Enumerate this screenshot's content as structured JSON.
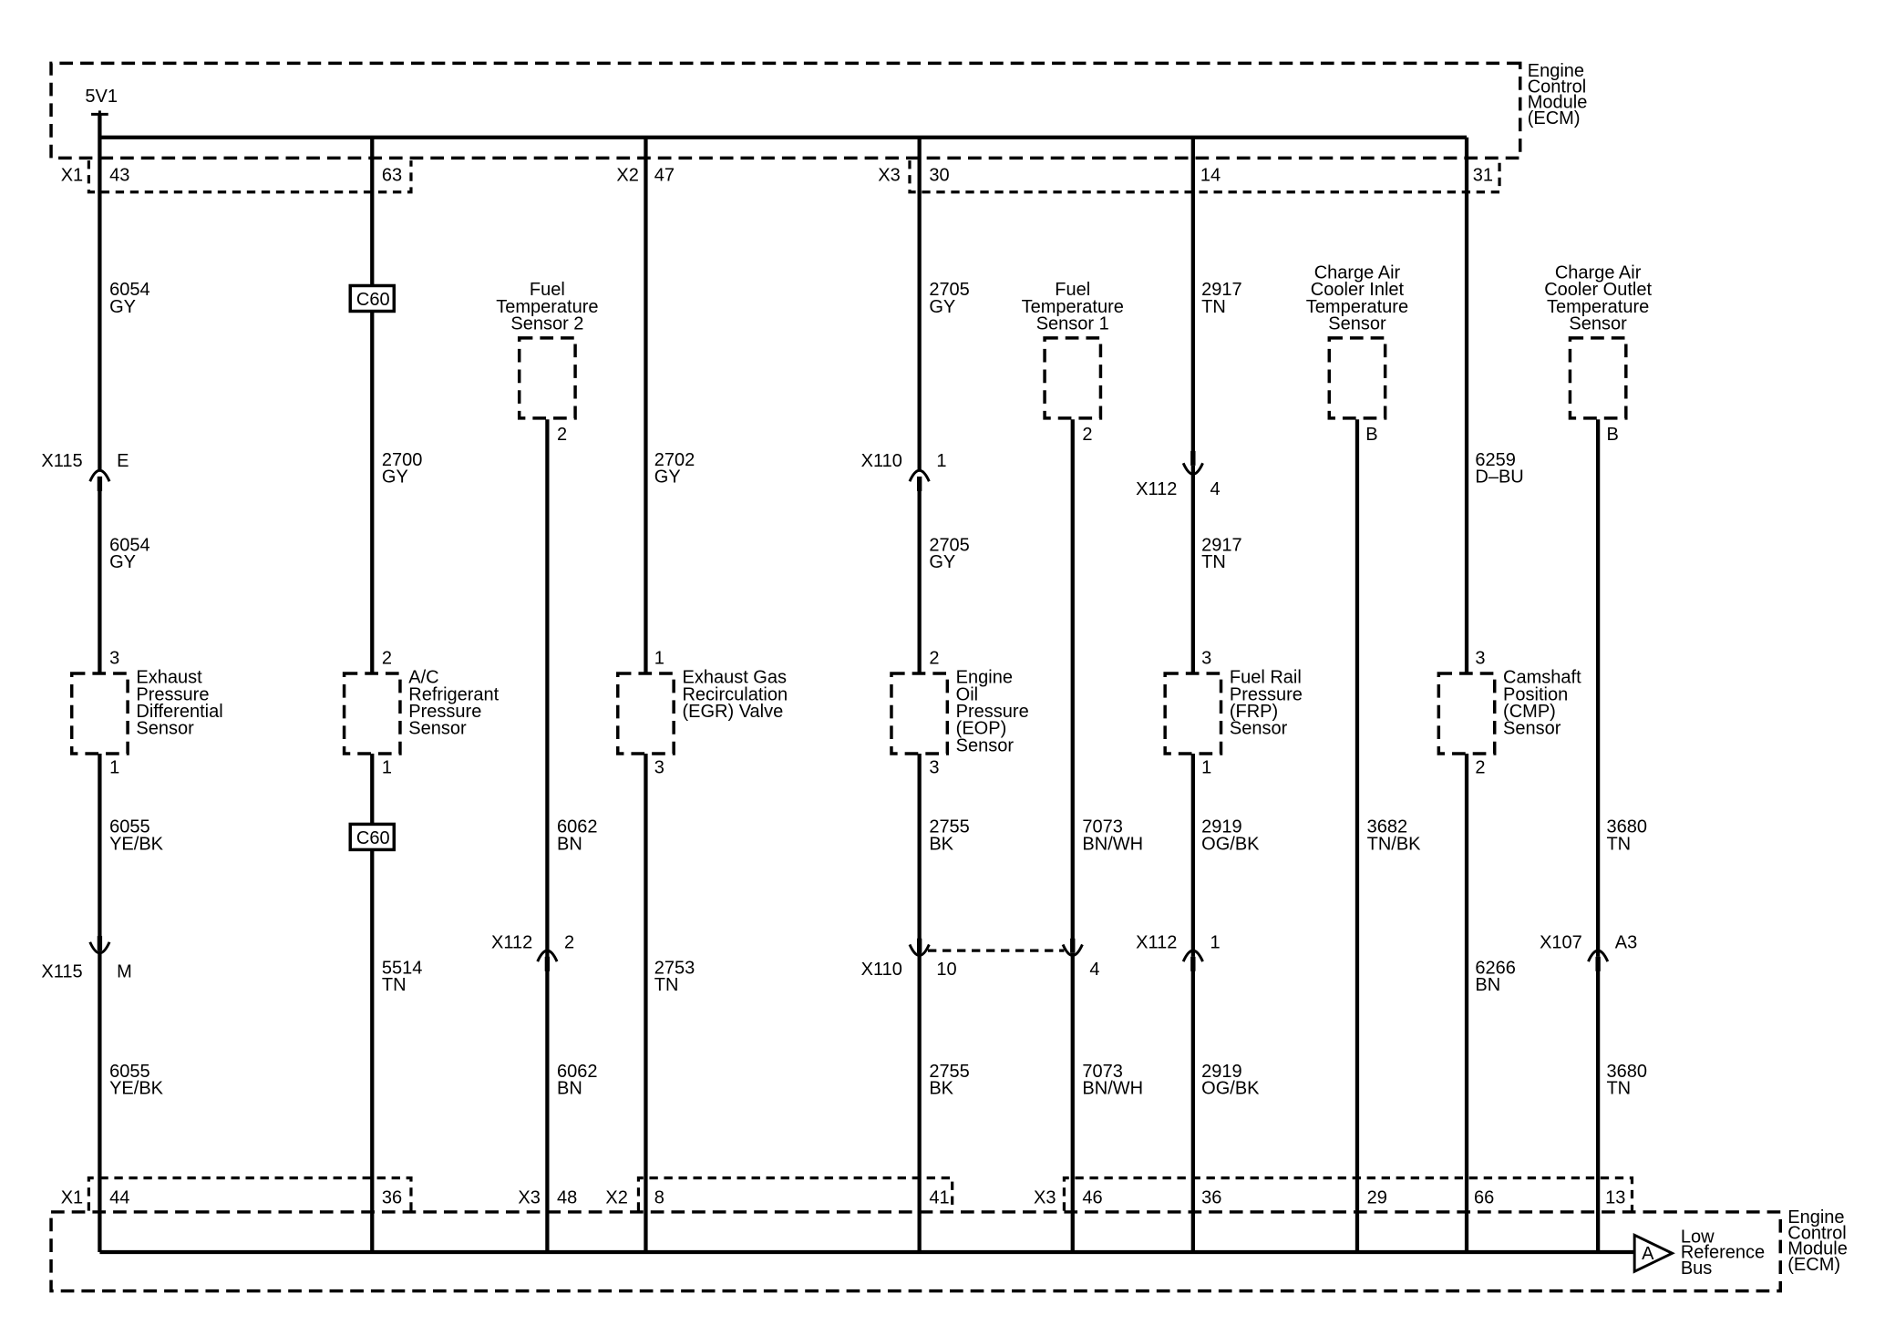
{
  "ecm": {
    "label": [
      "Engine",
      "Control",
      "Module",
      "(ECM)"
    ],
    "supply_label": "5V1",
    "return_label": [
      "Low",
      "Reference",
      "Bus"
    ],
    "bus_marker": "A"
  },
  "top_connectors": [
    {
      "name": "X1",
      "pin": "43"
    },
    {
      "name": "",
      "pin": "63"
    },
    {
      "name": "X2",
      "pin": "47"
    },
    {
      "name": "X3",
      "pin": "30"
    },
    {
      "name": "",
      "pin": "14"
    },
    {
      "name": "",
      "pin": "31"
    }
  ],
  "bottom_connectors": [
    {
      "name": "X1",
      "pin": "44"
    },
    {
      "name": "",
      "pin": "36"
    },
    {
      "name": "X3",
      "pin": "48"
    },
    {
      "name": "X2",
      "pin": "8"
    },
    {
      "name": "",
      "pin": "41"
    },
    {
      "name": "X3",
      "pin": "46"
    },
    {
      "name": "",
      "pin": "36"
    },
    {
      "name": "",
      "pin": "29"
    },
    {
      "name": "",
      "pin": "66"
    },
    {
      "name": "",
      "pin": "13"
    }
  ],
  "upper_sensors": [
    {
      "name": [
        "Fuel",
        "Temperature",
        "Sensor 2"
      ],
      "pin": "2"
    },
    {
      "name": [
        "Fuel",
        "Temperature",
        "Sensor 1"
      ],
      "pin": "2"
    },
    {
      "name": [
        "Charge Air",
        "Cooler Inlet",
        "Temperature",
        "Sensor"
      ],
      "pin": "B"
    },
    {
      "name": [
        "Charge Air",
        "Cooler Outlet",
        "Temperature",
        "Sensor"
      ],
      "pin": "B"
    }
  ],
  "middle_sensors": [
    {
      "name": [
        "Exhaust",
        "Pressure",
        "Differential",
        "Sensor"
      ],
      "pin_top": "3",
      "pin_bottom": "1"
    },
    {
      "name": [
        "A/C",
        "Refrigerant",
        "Pressure",
        "Sensor"
      ],
      "pin_top": "2",
      "pin_bottom": "1"
    },
    {
      "name": [
        "Exhaust Gas",
        "Recirculation",
        "(EGR) Valve"
      ],
      "pin_top": "1",
      "pin_bottom": "3"
    },
    {
      "name": [
        "Engine",
        "Oil",
        "Pressure",
        "(EOP)",
        "Sensor"
      ],
      "pin_top": "2",
      "pin_bottom": "3"
    },
    {
      "name": [
        "Fuel Rail",
        "Pressure",
        "(FRP)",
        "Sensor"
      ],
      "pin_top": "3",
      "pin_bottom": "1"
    },
    {
      "name": [
        "Camshaft",
        "Position",
        "(CMP)",
        "Sensor"
      ],
      "pin_top": "3",
      "pin_bottom": "2"
    }
  ],
  "inline_connectors": [
    {
      "name": "C60"
    },
    {
      "name": "C60"
    },
    {
      "name": "X115",
      "pin": "E"
    },
    {
      "name": "X110",
      "pin": "1"
    },
    {
      "name": "X112",
      "pin": "4"
    },
    {
      "name": "X115",
      "pin": "M"
    },
    {
      "name": "X112",
      "pin": "2"
    },
    {
      "name": "X110",
      "pin": "10"
    },
    {
      "name": "",
      "pin": "4"
    },
    {
      "name": "X112",
      "pin": "1"
    },
    {
      "name": "X107",
      "pin": "A3"
    }
  ],
  "wire_labels": [
    {
      "circuit": "6054",
      "color": "GY"
    },
    {
      "circuit": "6054",
      "color": "GY"
    },
    {
      "circuit": "6055",
      "color": "YE/BK"
    },
    {
      "circuit": "6055",
      "color": "YE/BK"
    },
    {
      "circuit": "2700",
      "color": "GY"
    },
    {
      "circuit": "5514",
      "color": "TN"
    },
    {
      "circuit": "6062",
      "color": "BN"
    },
    {
      "circuit": "6062",
      "color": "BN"
    },
    {
      "circuit": "2702",
      "color": "GY"
    },
    {
      "circuit": "2753",
      "color": "TN"
    },
    {
      "circuit": "2705",
      "color": "GY"
    },
    {
      "circuit": "2705",
      "color": "GY"
    },
    {
      "circuit": "2755",
      "color": "BK"
    },
    {
      "circuit": "2755",
      "color": "BK"
    },
    {
      "circuit": "7073",
      "color": "BN/WH"
    },
    {
      "circuit": "7073",
      "color": "BN/WH"
    },
    {
      "circuit": "2917",
      "color": "TN"
    },
    {
      "circuit": "2917",
      "color": "TN"
    },
    {
      "circuit": "2919",
      "color": "OG/BK"
    },
    {
      "circuit": "2919",
      "color": "OG/BK"
    },
    {
      "circuit": "3682",
      "color": "TN/BK"
    },
    {
      "circuit": "6259",
      "color": "D–BU"
    },
    {
      "circuit": "6266",
      "color": "BN"
    },
    {
      "circuit": "3680",
      "color": "TN"
    },
    {
      "circuit": "3680",
      "color": "TN"
    }
  ]
}
